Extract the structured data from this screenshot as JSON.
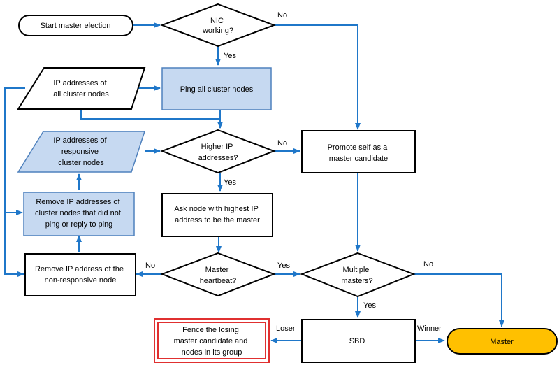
{
  "colors": {
    "line": "#1f77c9",
    "border": "#000000",
    "highlight_fill": "#c6d9f1",
    "highlight_border": "#4f81bd",
    "master_fill": "#ffc000",
    "fence_border": "#e03030"
  },
  "nodes": {
    "start": "Start master election",
    "nic_check": [
      "NIC",
      "working?"
    ],
    "ip_all": [
      "IP addresses of",
      "all cluster nodes"
    ],
    "ping_all": "Ping all cluster nodes",
    "ip_responsive": [
      "IP addresses of",
      "responsive",
      "cluster nodes"
    ],
    "higher_ip": [
      "Higher IP",
      "addresses?"
    ],
    "promote": [
      "Promote self as a",
      "master candidate"
    ],
    "remove_nonping": [
      "Remove IP addresses of",
      "cluster nodes that did not",
      "ping or reply to ping"
    ],
    "ask_highest": [
      "Ask node with highest IP",
      "address to be the master"
    ],
    "remove_nonresponsive": [
      "Remove IP address of the",
      "non-responsive node"
    ],
    "master_heartbeat": [
      "Master",
      "heartbeat?"
    ],
    "multiple_masters": [
      "Multiple",
      "masters?"
    ],
    "fence": [
      "Fence the losing",
      "master candidate and",
      "nodes in its group"
    ],
    "sbd": "SBD",
    "master": "Master"
  },
  "edge_labels": {
    "nic_no": "No",
    "nic_yes": "Yes",
    "higher_no": "No",
    "higher_yes": "Yes",
    "heartbeat_no": "No",
    "heartbeat_yes": "Yes",
    "multiple_no": "No",
    "multiple_yes": "Yes",
    "sbd_loser": "Loser",
    "sbd_winner": "Winner"
  }
}
